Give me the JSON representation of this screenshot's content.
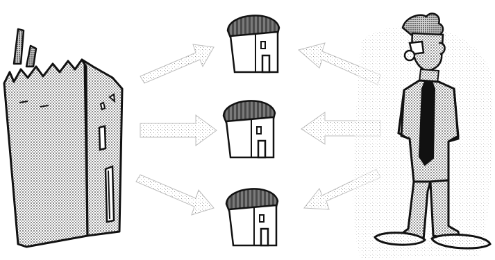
{
  "diagram": {
    "source": {
      "icon": "factory-icon"
    },
    "targets": [
      {
        "icon": "house-icon"
      },
      {
        "icon": "house-icon"
      },
      {
        "icon": "house-icon"
      }
    ],
    "observer": {
      "icon": "person-icon"
    },
    "flows": [
      {
        "from": "factory",
        "to": "house-top",
        "direction": "right"
      },
      {
        "from": "factory",
        "to": "house-middle",
        "direction": "right"
      },
      {
        "from": "factory",
        "to": "house-bottom",
        "direction": "right"
      },
      {
        "from": "person",
        "to": "house-top",
        "direction": "left"
      },
      {
        "from": "person",
        "to": "house-middle",
        "direction": "left"
      },
      {
        "from": "person",
        "to": "house-bottom",
        "direction": "left"
      }
    ],
    "colors": {
      "ink": "#111111",
      "stipple": "#9a9a9a",
      "paper": "#ffffff",
      "tie": "#111111"
    }
  }
}
